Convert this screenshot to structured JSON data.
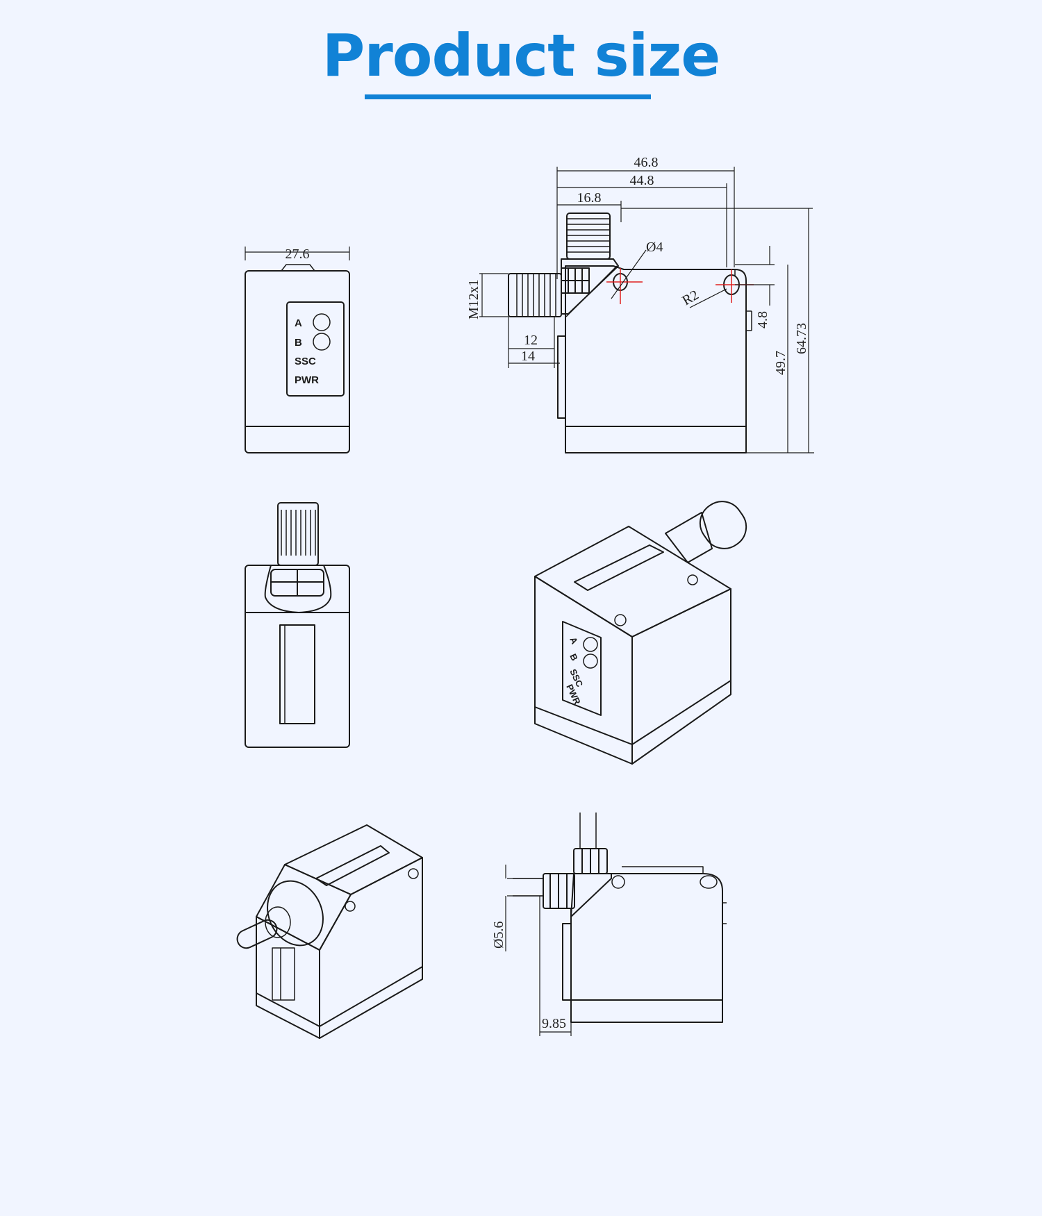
{
  "page": {
    "title": "Product size",
    "accent_color": "#1182d6",
    "background_color": "#f1f5ff"
  },
  "front_view": {
    "width_label": "27.6",
    "panel_labels": [
      "A",
      "B",
      "SSC",
      "PWR"
    ]
  },
  "side_view": {
    "dim_overall_width": "46.8",
    "dim_hole_spacing": "44.8",
    "dim_connector_offset": "16.8",
    "dim_hole_diameter": "Ø4",
    "dim_radius": "R2",
    "dim_thread": "M12x1",
    "dim_hole_offset": "4.8",
    "dim_body_height": "49.7",
    "dim_overall_height": "64.73",
    "dim_thread_len_a": "12",
    "dim_thread_len_b": "14"
  },
  "iso_view": {
    "panel_labels": [
      "A",
      "B",
      "SSC",
      "PWR"
    ]
  },
  "cable_view": {
    "dim_cable_diameter": "Ø5.6",
    "dim_cable_offset": "9.85"
  }
}
